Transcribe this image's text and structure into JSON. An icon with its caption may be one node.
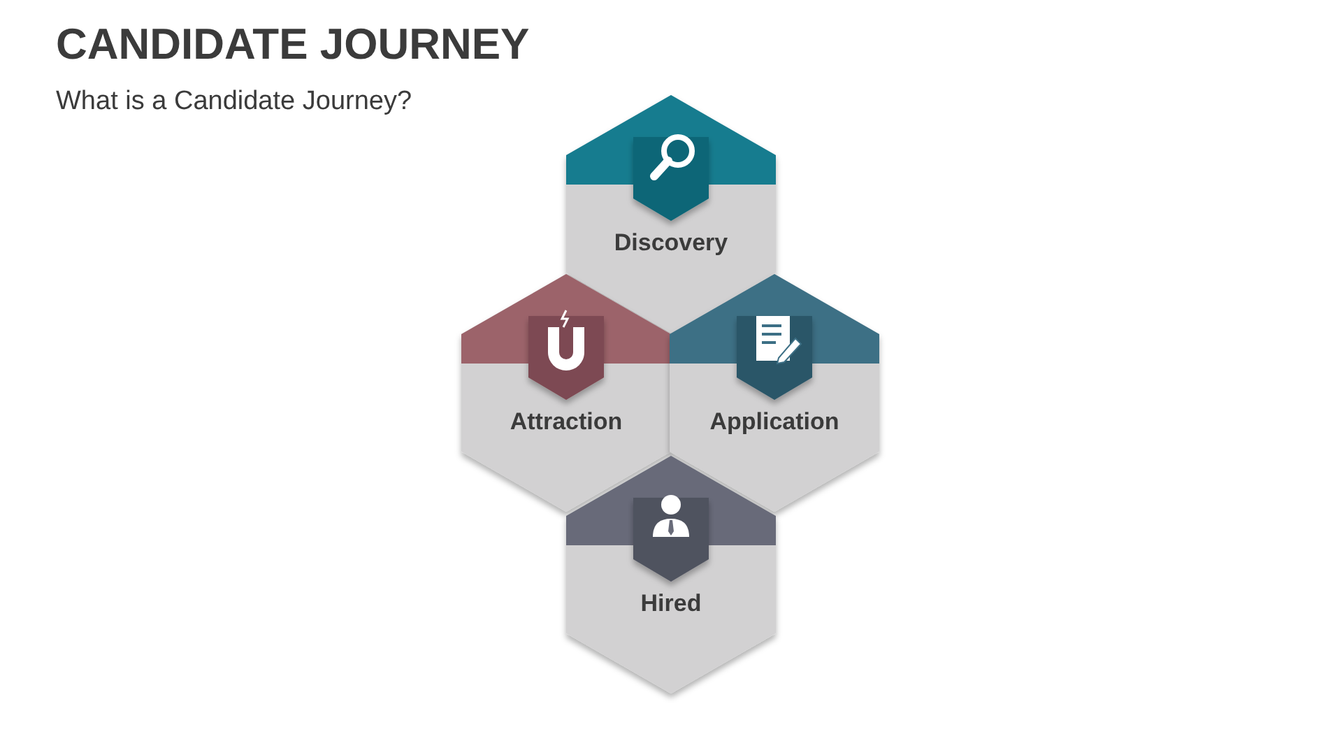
{
  "diagram": {
    "title": "CANDIDATE JOURNEY",
    "nodes": [
      {
        "text": [
          "Discovery"
        ]
      },
      {
        "text": [
          "Attraction"
        ]
      },
      {
        "text": [
          "Application"
        ]
      },
      {
        "text": [
          "Hired"
        ]
      }
    ],
    "labels": [
      "What is a Candidate Journey?"
    ]
  }
}
